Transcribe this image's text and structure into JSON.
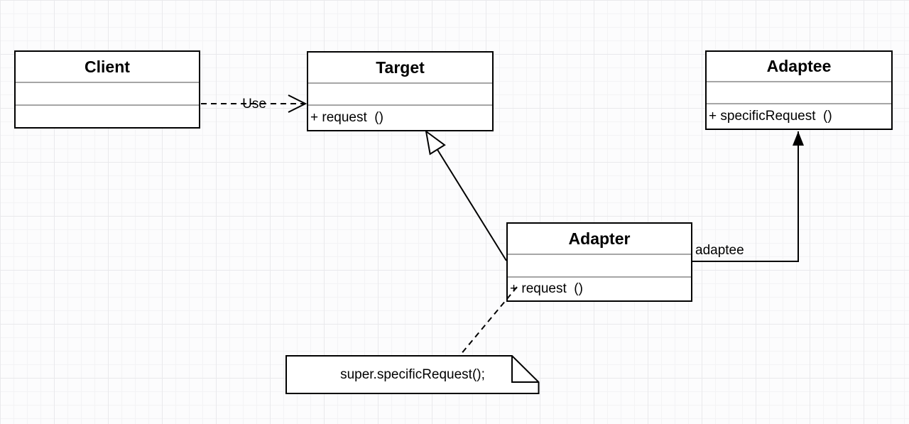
{
  "diagram_title": "Adapter pattern UML class diagram",
  "classes": {
    "client": {
      "title": "Client",
      "attributes": "",
      "method": ""
    },
    "target": {
      "title": "Target",
      "attributes": "",
      "method": "+ request  ()"
    },
    "adaptee": {
      "title": "Adaptee",
      "attributes": "",
      "method": "+ specificRequest  ()"
    },
    "adapter": {
      "title": "Adapter",
      "attributes": "",
      "method": "+ request  ()"
    }
  },
  "edge_labels": {
    "use": "Use",
    "adaptee": "adaptee"
  },
  "note": {
    "text": "super.specificRequest();"
  },
  "relationships": [
    {
      "from": "Client",
      "to": "Target",
      "type": "dependency",
      "style": "dashed-open-arrow",
      "label": "Use"
    },
    {
      "from": "Adapter",
      "to": "Target",
      "type": "generalization",
      "style": "solid-hollow-triangle",
      "label": ""
    },
    {
      "from": "Adapter",
      "to": "Adaptee",
      "type": "association",
      "style": "solid-filled-arrow",
      "label": "adaptee"
    },
    {
      "from": "Adapter",
      "to": "Note",
      "type": "note-link",
      "style": "dashed",
      "label": ""
    }
  ],
  "colors": {
    "stroke": "#000000",
    "divider": "#a6a6a6",
    "shape_fill": "#ffffff",
    "text": "#000000",
    "canvas": "#fcfcfd",
    "grid_minor": "#f3f3f5",
    "grid_major": "#e9e9ec"
  }
}
